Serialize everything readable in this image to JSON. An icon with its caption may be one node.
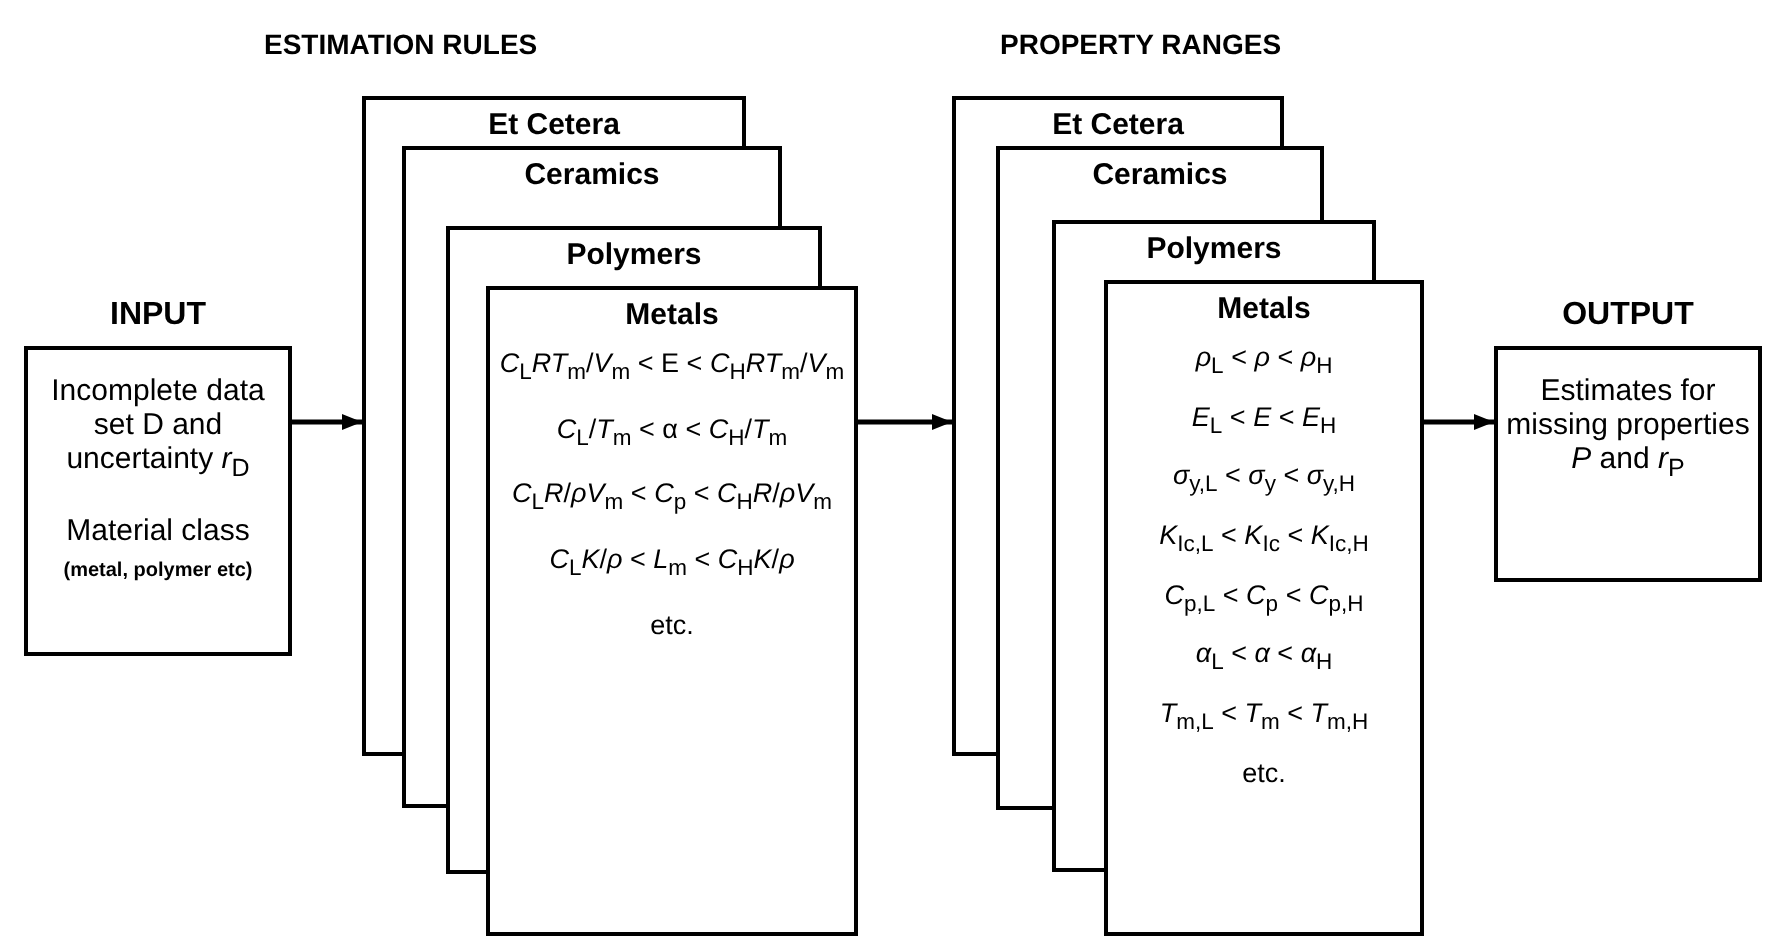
{
  "diagram": {
    "nodes": [
      {
        "text": [
          "INPUT",
          "Incomplete data set D and uncertainty *r*$_{D}$",
          "Material class",
          "(metal, polymer etc)"
        ]
      },
      {
        "text": [
          "Et Cetera"
        ]
      },
      {
        "text": [
          "Ceramics"
        ]
      },
      {
        "text": [
          "Polymers"
        ]
      },
      {
        "text": [
          "Metals",
          "*C*$_{L}$*RT*$_{m}$/*V*$_{m}$ < E < *C*$_{H}$*RT*$_{m}$/*V*$_{m}$",
          "*C*$_{L}$/*T*$_{m}$ < α < *C*$_{H}$/*T*$_{m}$",
          "*C*$_{L}$*R*/*ρV*$_{m}$ < *C*$_{p}$ < *C*$_{H}$*R*/*ρV*$_{m}$",
          "*C*$_{L}$*K*/*ρ* < *L*$_{m}$ < *C*$_{H}$*K*/*ρ*",
          "etc."
        ]
      },
      {
        "text": [
          "Et Cetera"
        ]
      },
      {
        "text": [
          "Ceramics"
        ]
      },
      {
        "text": [
          "Polymers"
        ]
      },
      {
        "text": [
          "Metals",
          "*ρ*$_{L}$ < *ρ* < *ρ*$_{H}$",
          "*E*$_{L}$ < *E* < *E*$_{H}$",
          "*σ*$_{y,L}$ < *σ*$_{y}$ < *σ*$_{y,H}$",
          "*K*$_{Ic,L}$ < *K*$_{Ic}$ < *K*$_{Ic,H}$",
          "*C*$_{p,L}$ < *C*$_{p}$ < *C*$_{p,H}$",
          "*α*$_{L}$ < *α* < *α*$_{H}$",
          "*T*$_{m,L}$ < *T*$_{m}$ < *T*$_{m,H}$",
          "etc."
        ]
      },
      {
        "text": [
          "OUTPUT",
          "Estimates for missing properties *P* and *r*$_{P}$"
        ]
      }
    ],
    "edges": [
      {
        "from": 0,
        "to": 1,
        "arrow": "to"
      },
      {
        "from": 4,
        "to": 5,
        "arrow": "to"
      },
      {
        "from": 8,
        "to": 9,
        "arrow": "to"
      }
    ],
    "labels": [
      "ESTIMATION RULES",
      "PROPERTY RANGES"
    ]
  }
}
